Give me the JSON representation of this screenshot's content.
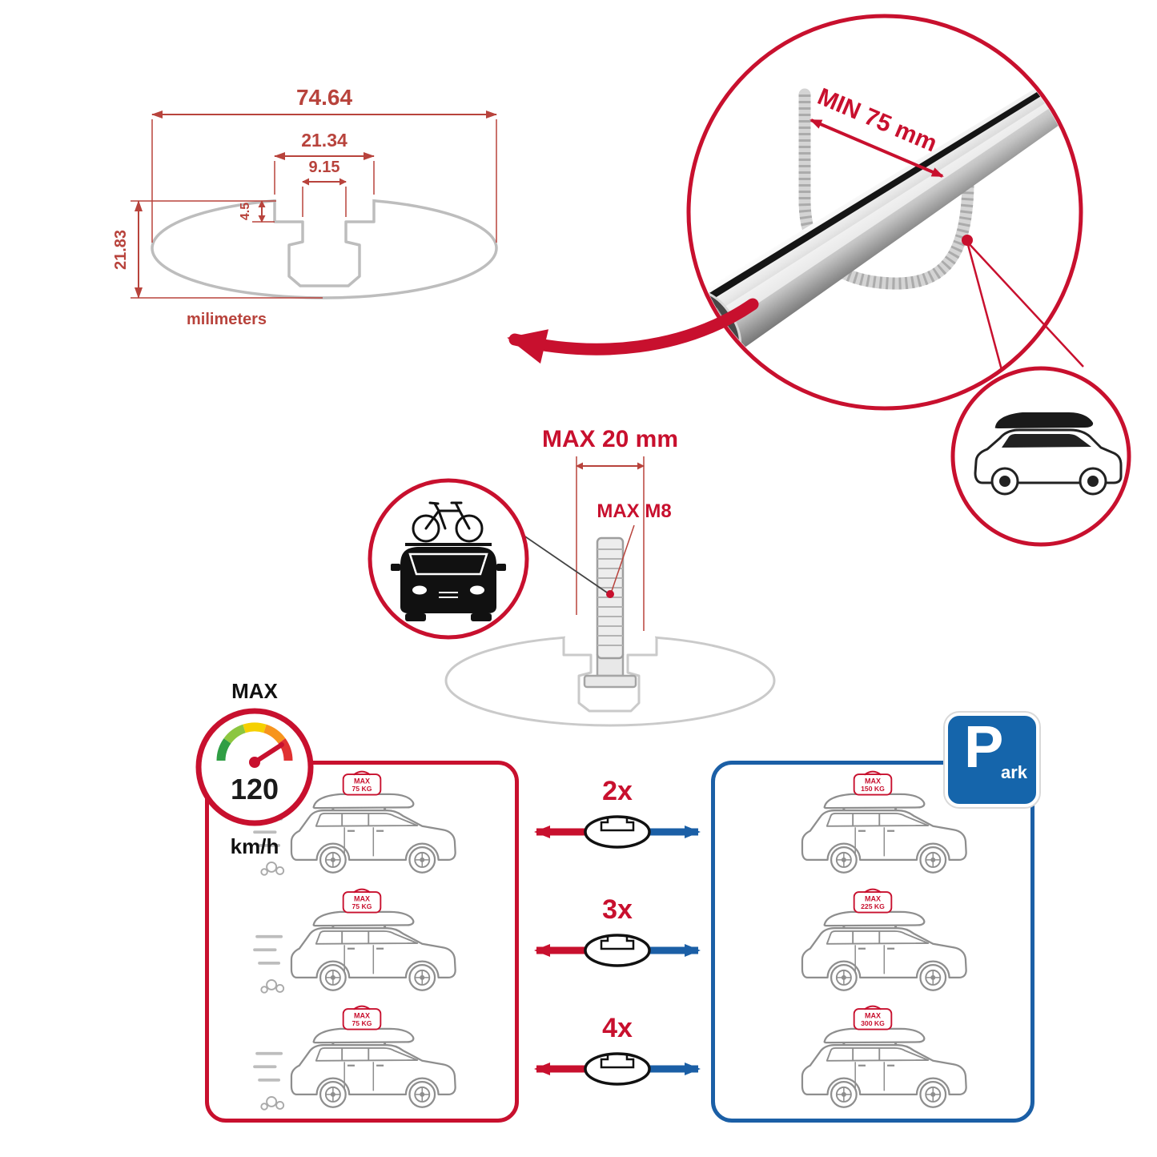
{
  "colors": {
    "red": "#c8102e",
    "blue": "#1b5fa6",
    "dim_red": "#b8433c",
    "line_gray": "#bdbdbd"
  },
  "cross_section": {
    "total_width": "74.64",
    "channel_outer_width": "21.34",
    "channel_inner_width": "9.15",
    "channel_lip_depth": "4.5",
    "bar_height": "21.83",
    "units_label": "milimeters"
  },
  "bar_detail": {
    "min_clamp_label": "MIN 75 mm"
  },
  "bolt_detail": {
    "max_length_label": "MAX 20 mm",
    "max_thread_label": "MAX M8"
  },
  "speedometer": {
    "top_label": "MAX",
    "value": "120",
    "unit": "km/h"
  },
  "parking_sign": {
    "letter": "P",
    "suffix": "ark"
  },
  "driving_panel": {
    "cars": [
      {
        "tag_title": "MAX",
        "tag_value": "75 KG"
      },
      {
        "tag_title": "MAX",
        "tag_value": "75 KG"
      },
      {
        "tag_title": "MAX",
        "tag_value": "75 KG"
      }
    ]
  },
  "parked_panel": {
    "cars": [
      {
        "tag_title": "MAX",
        "tag_value": "150 KG"
      },
      {
        "tag_title": "MAX",
        "tag_value": "225 KG"
      },
      {
        "tag_title": "MAX",
        "tag_value": "300 KG"
      }
    ]
  },
  "multipliers": [
    {
      "label": "2x"
    },
    {
      "label": "3x"
    },
    {
      "label": "4x"
    }
  ]
}
